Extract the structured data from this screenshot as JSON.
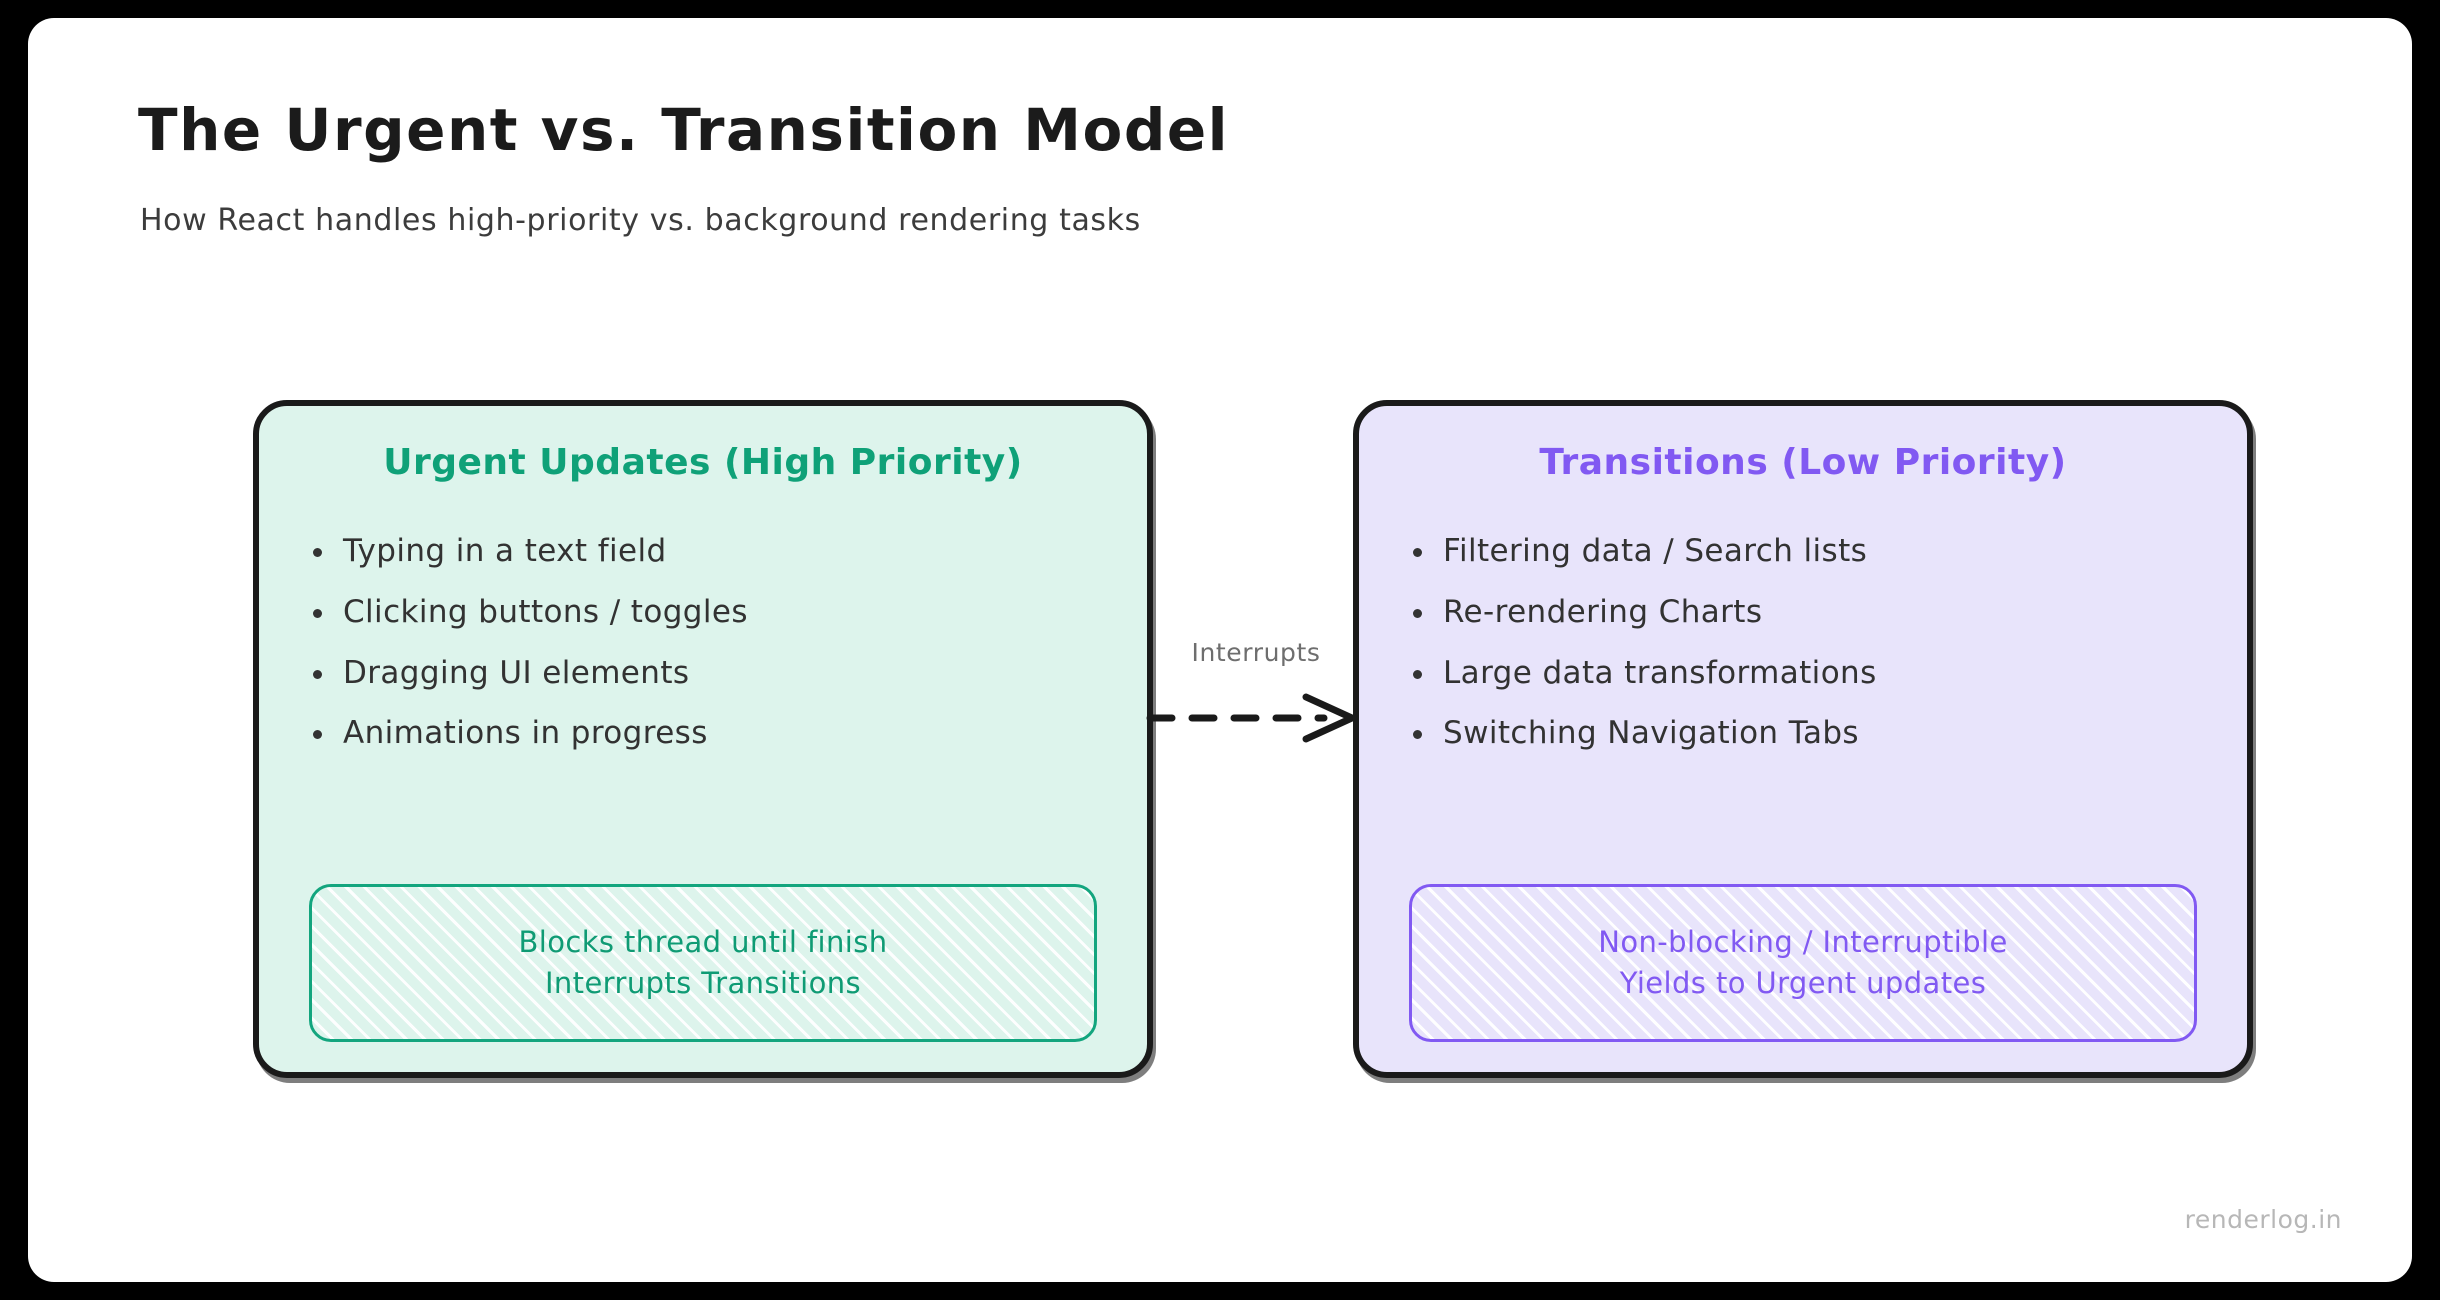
{
  "page": {
    "title": "The Urgent vs. Transition Model",
    "subtitle": "How React handles high-priority vs. background rendering tasks",
    "watermark": "renderlog.in",
    "background_color": "#000000",
    "canvas_color": "#ffffff"
  },
  "connector": {
    "label": "Interrupts",
    "direction": "left-to-right",
    "style": "dashed",
    "color": "#1a1a1a"
  },
  "cards": [
    {
      "id": "urgent",
      "title": "Urgent Updates (High Priority)",
      "accent_color": "#0fa178",
      "fill_color": "#ddf4ec",
      "border_color": "#1a1a1a",
      "bullets": [
        "Typing in a text field",
        "Clicking buttons / toggles",
        "Dragging UI elements",
        "Animations in progress"
      ],
      "note": {
        "lines": [
          "Blocks thread until finish",
          "Interrupts Transitions"
        ],
        "border_color": "#13a57e",
        "text_color": "#0f9b74",
        "pattern": "diagonal-hatch"
      }
    },
    {
      "id": "transitions",
      "title": "Transitions (Low Priority)",
      "accent_color": "#8159f2",
      "fill_color": "#e8e4fb",
      "border_color": "#1a1a1a",
      "bullets": [
        "Filtering data / Search lists",
        "Re-rendering Charts",
        "Large data transformations",
        "Switching Navigation Tabs"
      ],
      "note": {
        "lines": [
          "Non-blocking / Interruptible",
          "Yields to Urgent updates"
        ],
        "border_color": "#8159f2",
        "text_color": "#8159f2",
        "pattern": "diagonal-hatch"
      }
    }
  ]
}
